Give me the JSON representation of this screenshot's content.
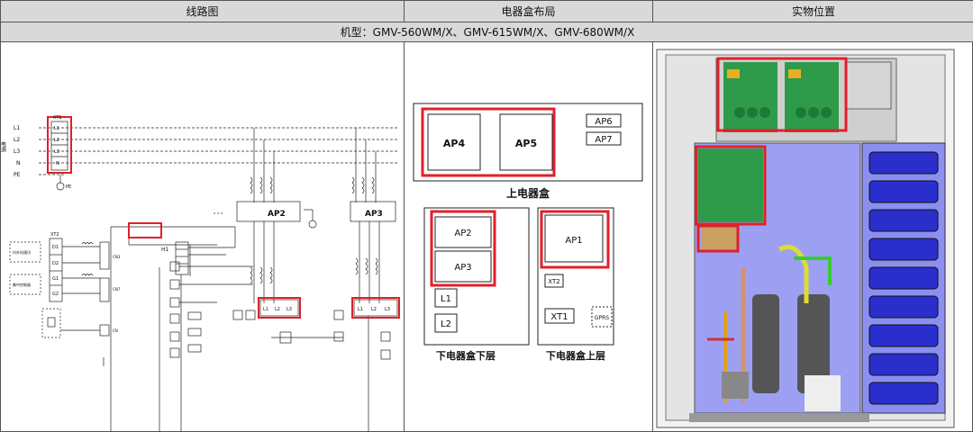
{
  "header": {
    "col1": "线路图",
    "col2": "电器盒布局",
    "col3": "实物位置"
  },
  "model_row": "机型：GMV-560WM/X、GMV-615WM/X、GMV-680WM/X",
  "wiring": {
    "phases": [
      "L1",
      "L2",
      "L3",
      "N",
      "PE"
    ],
    "terminal_block": "XT1",
    "terminal_pins": [
      "L1",
      "L2",
      "L3",
      "N"
    ],
    "power_label": "电源",
    "pe_label": "PE",
    "ap2_label": "AP2",
    "ap3_label": "AP3",
    "ap2_terms": [
      "L1",
      "L2",
      "L3"
    ],
    "ap3_terms": [
      "L1",
      "L2",
      "L3"
    ],
    "xt2_label": "XT2",
    "xt2_pins": [
      "D1",
      "D2",
      "G1",
      "G2"
    ],
    "box_a": "内外机通讯",
    "box_b": "集中控制器",
    "h1_label": "H1",
    "cn3": "CN3",
    "cn7": "CN7",
    "cn": "CN"
  },
  "layout": {
    "upper_box": [
      "AP4",
      "AP5"
    ],
    "upper_small": [
      "AP6",
      "AP7"
    ],
    "upper_caption": "上电器盒",
    "lower_left": [
      "AP2",
      "AP3",
      "L1",
      "L2"
    ],
    "lower_left_caption": "下电器盒下层",
    "lower_right": [
      "AP1",
      "XT2",
      "XT1",
      "GPRS"
    ],
    "lower_right_caption": "下电器盒上层"
  },
  "colors": {
    "highlight": "#e0202a",
    "panel_blue": "#8b8ff0",
    "board_green": "#2d9b4a"
  }
}
